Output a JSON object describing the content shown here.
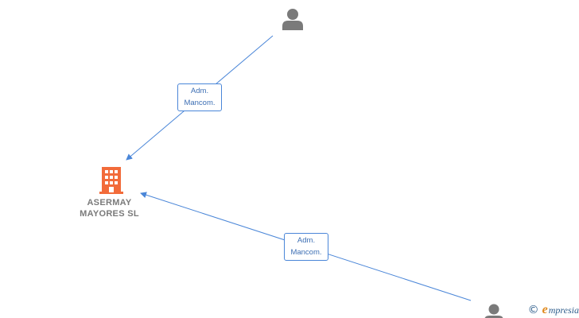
{
  "graph": {
    "company": {
      "icon": "building-icon",
      "icon_color": "#f26b3a",
      "name_line1": "ASERMAY",
      "name_line2": "MAYORES  SL"
    },
    "persons": [
      {
        "icon": "person-icon",
        "color": "#7a7a7a"
      },
      {
        "icon": "person-icon",
        "color": "#7a7a7a"
      }
    ],
    "edges": [
      {
        "from": "person-top",
        "to": "company",
        "label_line1": "Adm.",
        "label_line2": "Mancom."
      },
      {
        "from": "person-bottom-right",
        "to": "company",
        "label_line1": "Adm.",
        "label_line2": "Mancom."
      }
    ],
    "edge_color": "#4a86d8"
  },
  "brand": {
    "copyright": "©",
    "e_letter": "e",
    "name_rest": "mpresia",
    "accent_color": "#e08a1e",
    "text_color": "#2f5e8c"
  }
}
